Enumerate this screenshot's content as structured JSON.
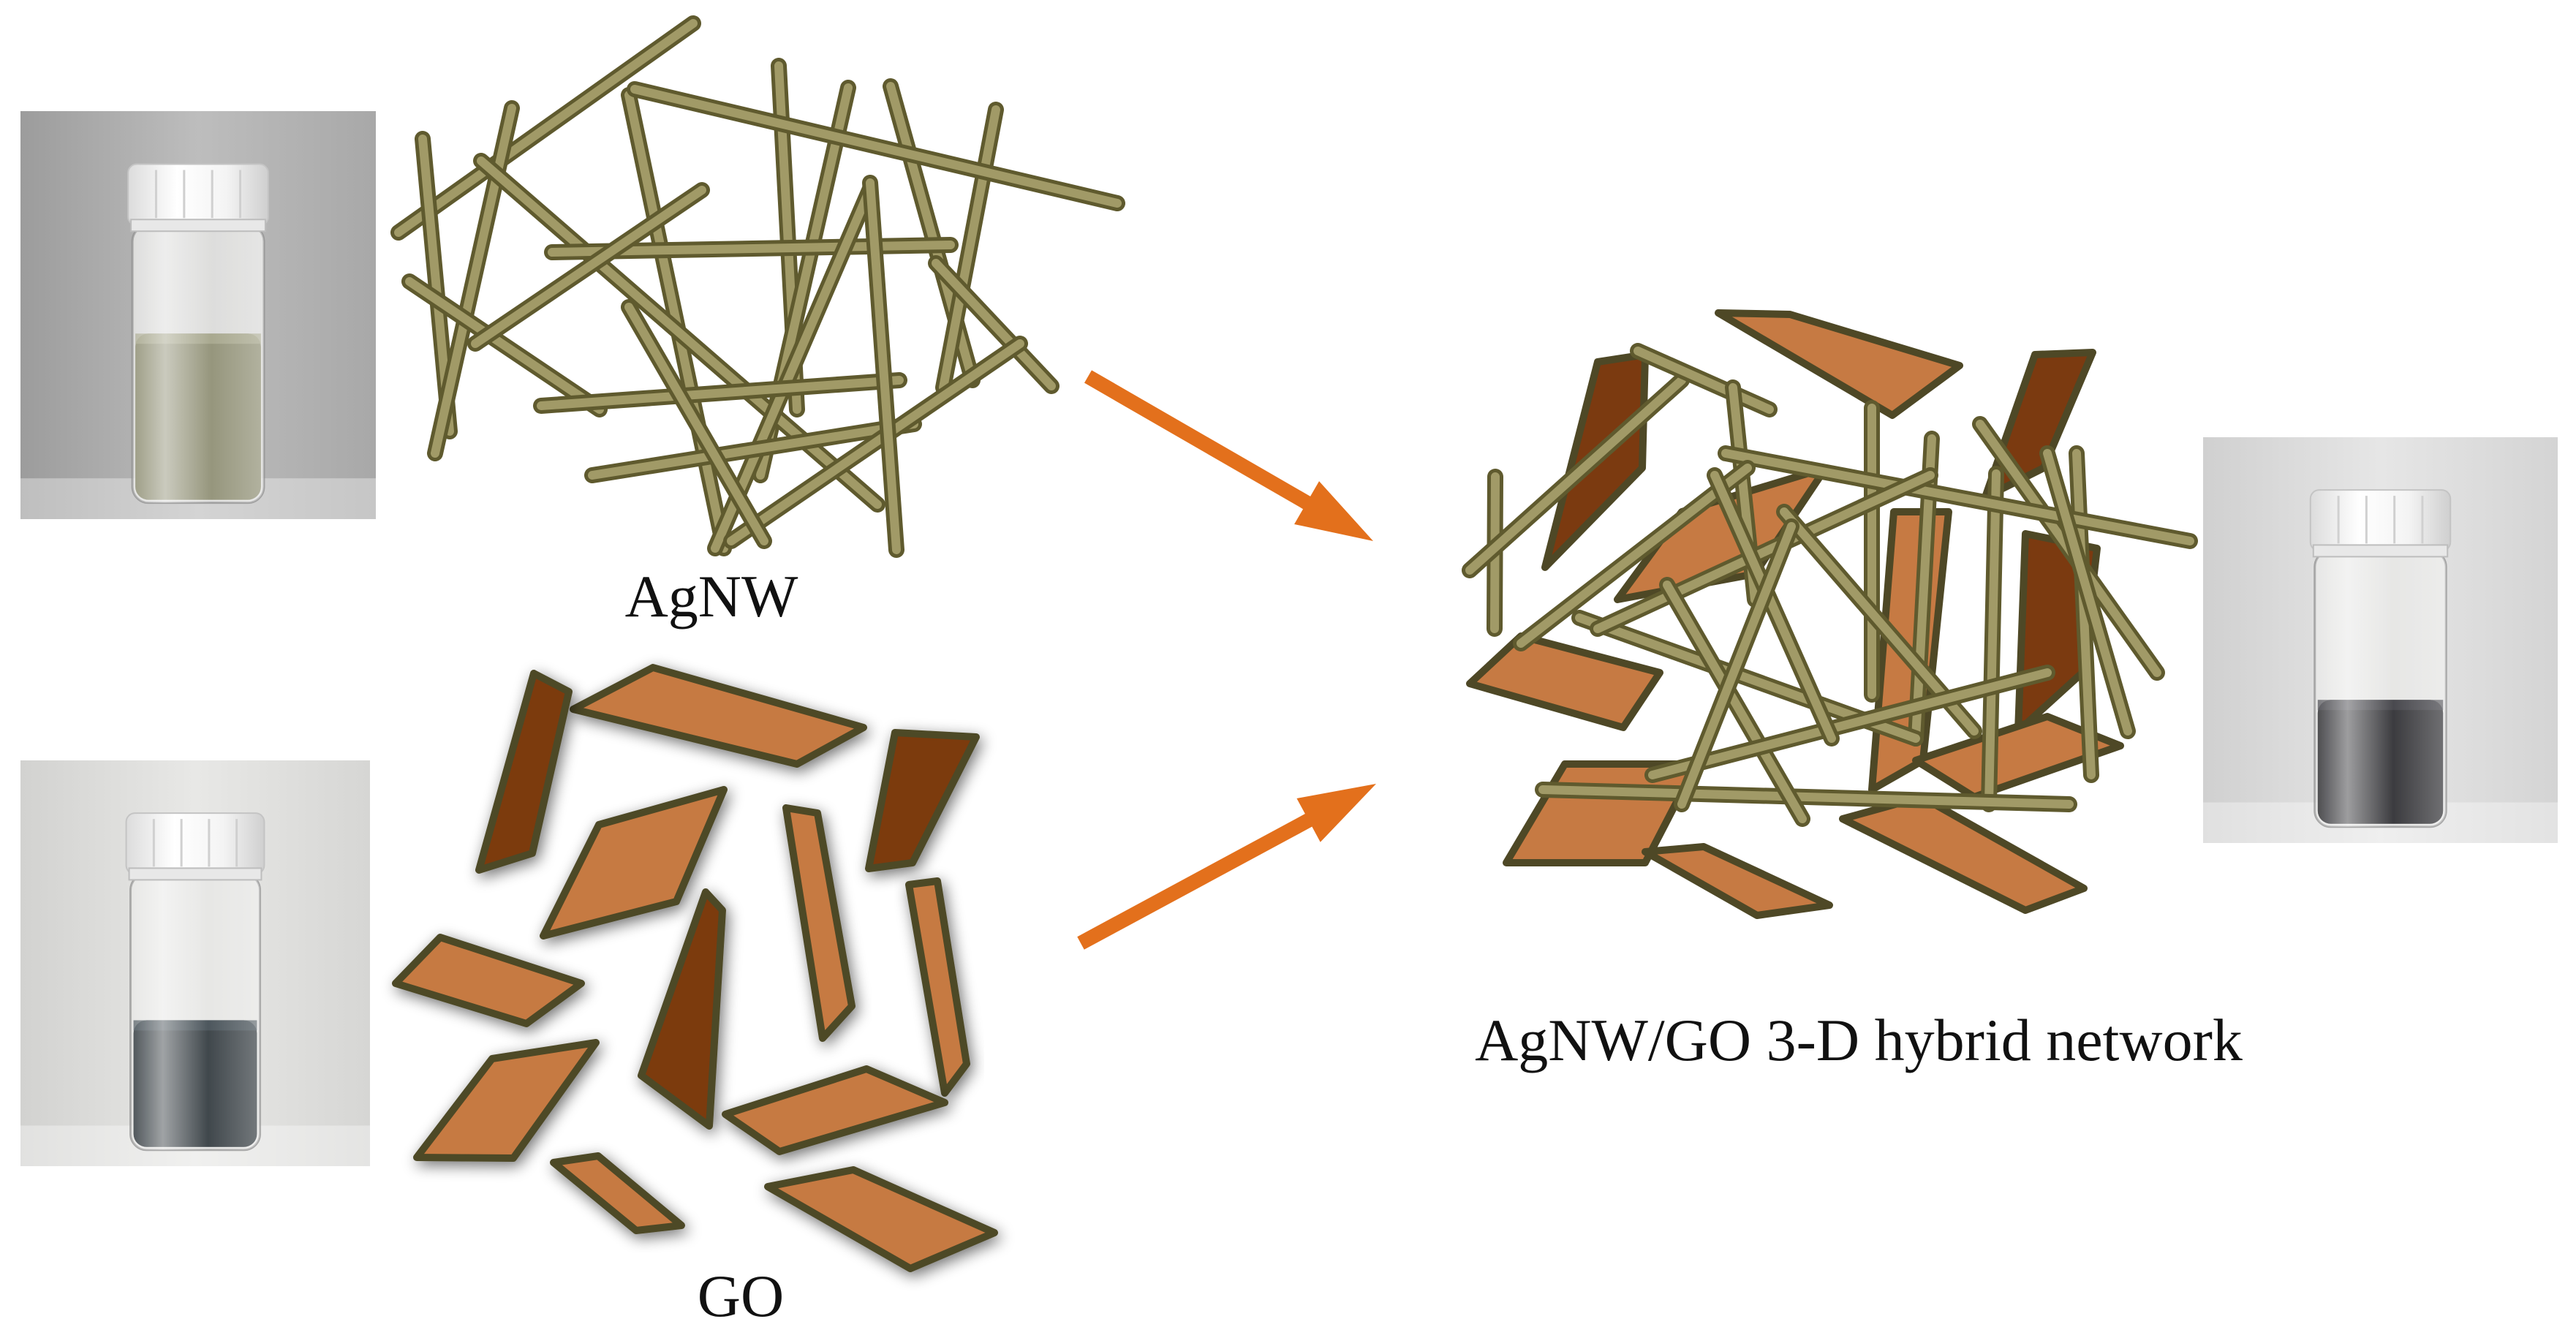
{
  "labels": {
    "agnw": "AgNW",
    "go": "GO",
    "hybrid": "AgNW/GO 3-D hybrid network"
  },
  "colors": {
    "background": "#ffffff",
    "nanowire_fill": "#a19a67",
    "nanowire_outline": "#5f5a2e",
    "flake_light": "#c67a43",
    "flake_dark": "#7b3a10",
    "flake_outline": "#4e4826",
    "arrow": "#e3701c",
    "vial_agnw_liquid": "#8a8a6e",
    "vial_go_liquid": "#2b3338",
    "vial_hybrid_liquid": "#26262a"
  },
  "figure_parts": [
    "vial-photo-agnw",
    "agnw-network",
    "vial-photo-go",
    "go-flakes",
    "arrow-agnw-to-hybrid",
    "arrow-go-to-hybrid",
    "hybrid-network",
    "vial-photo-hybrid"
  ]
}
